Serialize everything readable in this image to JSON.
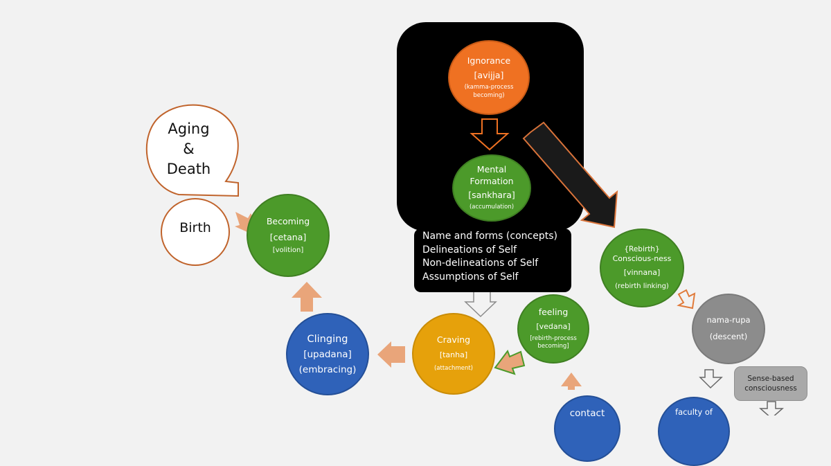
{
  "nodes": {
    "ignorance": {
      "title": "Ignorance",
      "pali": "[avijja]",
      "note": "(kamma-process becoming)"
    },
    "mental_formation": {
      "title_line1": "Mental",
      "title_line2": "Formation",
      "pali": "[sankhara]",
      "note": "(accumulation)"
    },
    "becoming": {
      "title": "Becoming",
      "pali": "[cetana]",
      "note": "[volition]"
    },
    "consciousness": {
      "title_line1": "{Rebirth}",
      "title_line2": "Conscious-ness",
      "pali": "[vinnana]",
      "note": "(rebirth linking)"
    },
    "nama_rupa": {
      "title": "nama-rupa",
      "note": "(descent)"
    },
    "feeling": {
      "title": "feeling",
      "pali": "[vedana]",
      "note": "[rebirth-process becoming]"
    },
    "craving": {
      "title": "Craving",
      "pali": "[tanha]",
      "note": "(attachment)"
    },
    "clinging": {
      "title": "Clinging",
      "pali": "[upadana]",
      "note": "(embracing)"
    },
    "contact": {
      "title": "contact"
    },
    "faculty": {
      "title": "faculty of"
    }
  },
  "aging_death": {
    "line1": "Aging",
    "line2": "&",
    "line3": "Death"
  },
  "birth": "Birth",
  "concepts": [
    "Name and forms (concepts)",
    "Delineations of Self",
    "Non-delineations of Self",
    "Assumptions of Self"
  ],
  "sense_based": {
    "line1": "Sense-based",
    "line2": "consciousness"
  },
  "colors": {
    "green": "#4c9a2a",
    "orange": "#ef7122",
    "gold": "#e6a10b",
    "blue": "#2f62b9",
    "grey": "#8c8c8c",
    "arrow_tan": "#e9a57a",
    "outline_brown": "#c0632b"
  }
}
